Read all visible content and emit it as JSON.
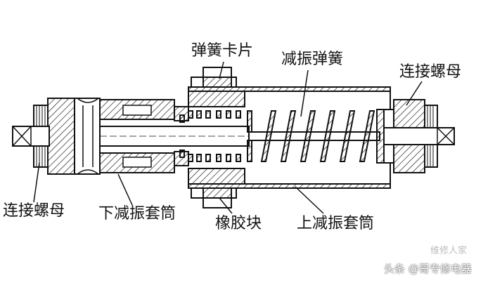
{
  "labels": {
    "spring_clip": "弹簧卡片",
    "damping_spring": "减振弹簧",
    "connecting_nut_right": "连接螺母",
    "connecting_nut_left": "连接螺母",
    "lower_damping_sleeve": "下减振套筒",
    "rubber_block": "橡胶块",
    "upper_damping_sleeve": "上减振套筒"
  },
  "watermark": {
    "faint_text": "维修人家",
    "text": "头条 @哥专修电器"
  }
}
